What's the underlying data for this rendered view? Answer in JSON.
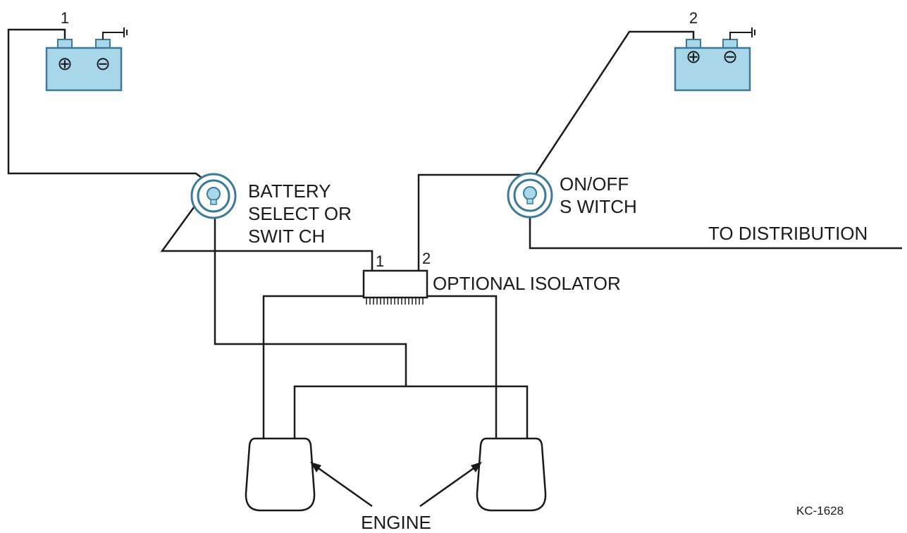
{
  "batteries": [
    {
      "number": "1",
      "positive_symbol": "⊕",
      "negative_symbol": "⊖"
    },
    {
      "number": "2",
      "positive_symbol": "⊕",
      "negative_symbol": "⊖"
    }
  ],
  "selector_switch": {
    "line1": "BATTERY",
    "line2": "SELECT OR",
    "line3": "SWIT CH"
  },
  "onoff_switch": {
    "line1": "ON/OFF",
    "line2": "S WITCH"
  },
  "distribution": "TO DISTRIBUTION",
  "isolator": {
    "label": "OPTIONAL ISOLATOR",
    "input1": "1",
    "input2": "2"
  },
  "engine": "ENGINE",
  "figure_ref": "KC-1628",
  "colors": {
    "battery_fill": "#a9d7ea",
    "battery_stroke": "#3b7a9a",
    "switch_fill": "#a9d7ea",
    "line": "#1a1a1a"
  }
}
